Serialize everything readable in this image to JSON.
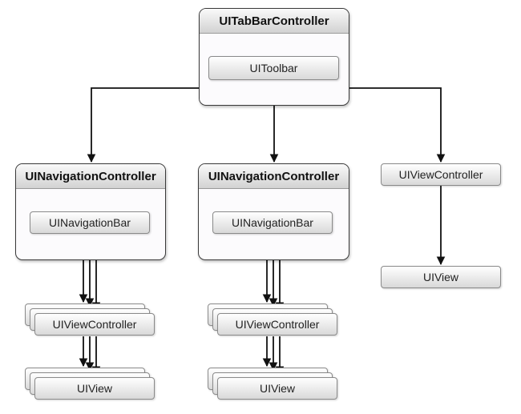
{
  "diagram": {
    "root": {
      "title": "UITabBarController",
      "child": "UIToolbar"
    },
    "nav_left": {
      "title": "UINavigationController",
      "child": "UINavigationBar"
    },
    "nav_middle": {
      "title": "UINavigationController",
      "child": "UINavigationBar"
    },
    "left_stack": {
      "controllers": "UIViewController",
      "views": "UIView"
    },
    "middle_stack": {
      "controllers": "UIViewController",
      "views": "UIView"
    },
    "right_branch": {
      "controller": "UIViewController",
      "view": "UIView"
    }
  }
}
